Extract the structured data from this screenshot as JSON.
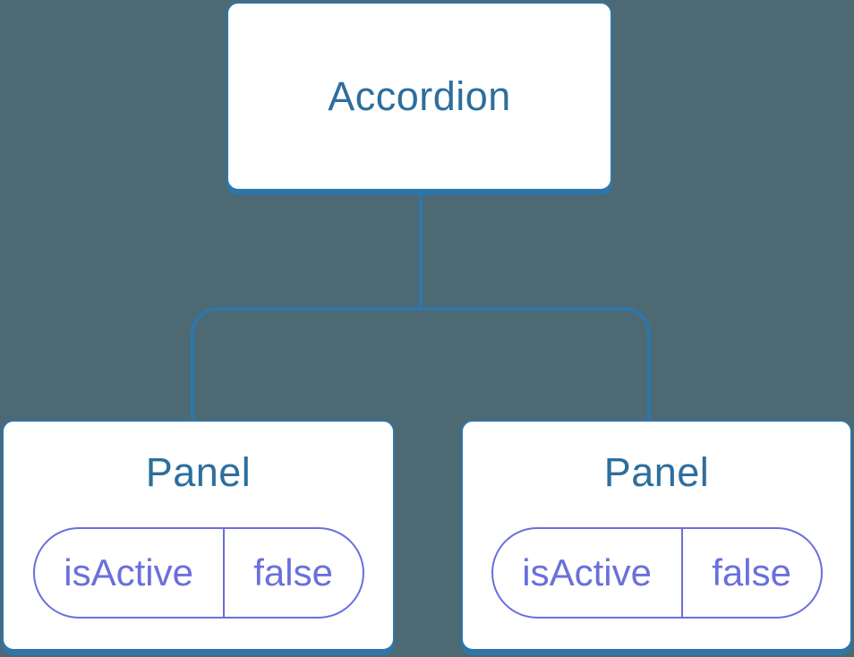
{
  "diagram": {
    "type": "component-tree",
    "root": {
      "label": "Accordion"
    },
    "children": [
      {
        "label": "Panel",
        "state": {
          "key": "isActive",
          "value": "false"
        }
      },
      {
        "label": "Panel",
        "state": {
          "key": "isActive",
          "value": "false"
        }
      }
    ]
  },
  "colors": {
    "background": "#4d6973",
    "node_fill": "#ffffff",
    "node_stroke": "#2e76a9",
    "node_label": "#2d6e9d",
    "state_accent": "#6a6fdc"
  }
}
